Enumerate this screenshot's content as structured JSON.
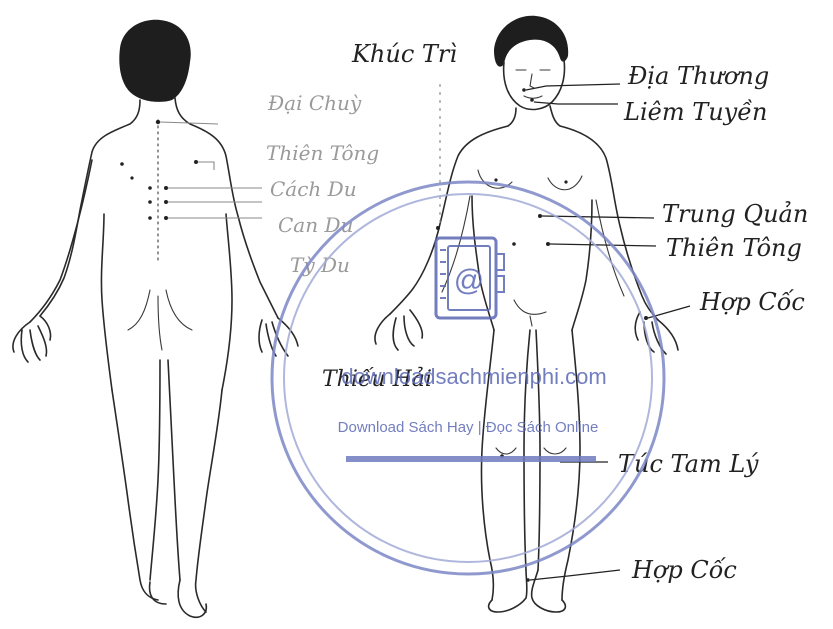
{
  "back_labels": {
    "dai_chuy": "Đại Chuỳ",
    "thien_tong": "Thiên Tông",
    "cach_du": "Cách Du",
    "can_du": "Can Du",
    "ty_du": "Tỳ Du"
  },
  "front_labels": {
    "khuc_tri": "Khúc Trì",
    "dia_thuong": "Địa Thương",
    "liem_tuyen": "Liêm Tuyền",
    "trung_quan": "Trung Quản",
    "thien_tong": "Thiên Tông",
    "hop_coc_hand": "Hợp Cốc",
    "thieu_hai": "Thiếu Hải",
    "tuc_tam_ly": "Túc Tam Lý",
    "hop_coc_foot": "Hợp Cốc"
  },
  "watermark": {
    "site": "downloadsachmienphi.com",
    "tagline": "Download Sách Hay | Đọc Sách Online",
    "icon": "book-at-icon",
    "color": "#5b68b5"
  }
}
